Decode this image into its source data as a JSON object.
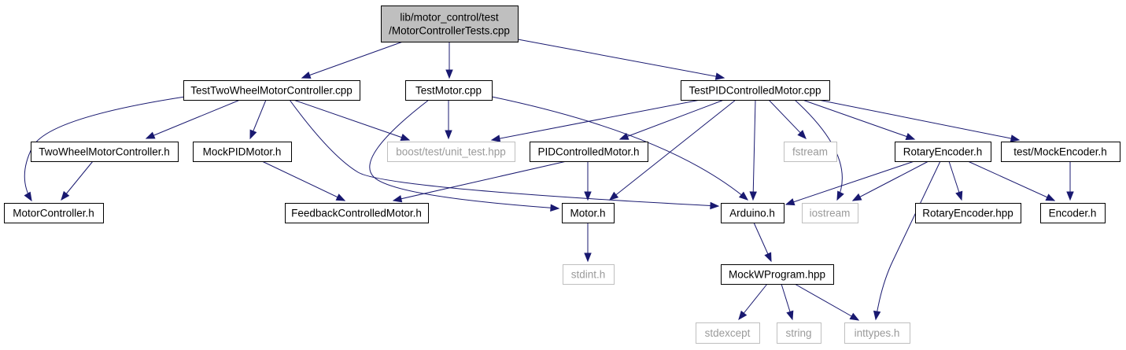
{
  "graph": {
    "colors": {
      "edge": "#191970",
      "root_fill": "#bfbfbf",
      "system_border": "#bfbfbf",
      "system_text": "#9a9a9a"
    },
    "nodes": [
      {
        "id": "root",
        "lines": [
          "lib/motor_control/test",
          "/MotorControllerTests.cpp"
        ],
        "kind": "root"
      },
      {
        "id": "ttwmc",
        "lines": [
          "TestTwoWheelMotorController.cpp"
        ],
        "kind": "file"
      },
      {
        "id": "tmotor",
        "lines": [
          "TestMotor.cpp"
        ],
        "kind": "file"
      },
      {
        "id": "tpid",
        "lines": [
          "TestPIDControlledMotor.cpp"
        ],
        "kind": "file"
      },
      {
        "id": "twmch",
        "lines": [
          "TwoWheelMotorController.h"
        ],
        "kind": "file"
      },
      {
        "id": "mockpid",
        "lines": [
          "MockPIDMotor.h"
        ],
        "kind": "file"
      },
      {
        "id": "unittest",
        "lines": [
          "boost/test/unit_test.hpp"
        ],
        "kind": "system"
      },
      {
        "id": "pidh",
        "lines": [
          "PIDControlledMotor.h"
        ],
        "kind": "file"
      },
      {
        "id": "fstream",
        "lines": [
          "fstream"
        ],
        "kind": "system"
      },
      {
        "id": "rench",
        "lines": [
          "RotaryEncoder.h"
        ],
        "kind": "file"
      },
      {
        "id": "mockenc",
        "lines": [
          "test/MockEncoder.h"
        ],
        "kind": "file"
      },
      {
        "id": "mch",
        "lines": [
          "MotorController.h"
        ],
        "kind": "file"
      },
      {
        "id": "fcm",
        "lines": [
          "FeedbackControlledMotor.h"
        ],
        "kind": "file"
      },
      {
        "id": "motorh",
        "lines": [
          "Motor.h"
        ],
        "kind": "file"
      },
      {
        "id": "arduino",
        "lines": [
          "Arduino.h"
        ],
        "kind": "file"
      },
      {
        "id": "iostream",
        "lines": [
          "iostream"
        ],
        "kind": "system"
      },
      {
        "id": "renchpp",
        "lines": [
          "RotaryEncoder.hpp"
        ],
        "kind": "file"
      },
      {
        "id": "encoder",
        "lines": [
          "Encoder.h"
        ],
        "kind": "file"
      },
      {
        "id": "stdint",
        "lines": [
          "stdint.h"
        ],
        "kind": "system"
      },
      {
        "id": "mockw",
        "lines": [
          "MockWProgram.hpp"
        ],
        "kind": "file"
      },
      {
        "id": "stdexcept",
        "lines": [
          "stdexcept"
        ],
        "kind": "system"
      },
      {
        "id": "string",
        "lines": [
          "string"
        ],
        "kind": "system"
      },
      {
        "id": "inttypes",
        "lines": [
          "inttypes.h"
        ],
        "kind": "system"
      }
    ],
    "edges": [
      {
        "from": "root",
        "to": "ttwmc"
      },
      {
        "from": "root",
        "to": "tmotor"
      },
      {
        "from": "root",
        "to": "tpid"
      },
      {
        "from": "ttwmc",
        "to": "mch"
      },
      {
        "from": "ttwmc",
        "to": "twmch"
      },
      {
        "from": "ttwmc",
        "to": "mockpid"
      },
      {
        "from": "ttwmc",
        "to": "unittest"
      },
      {
        "from": "ttwmc",
        "to": "arduino"
      },
      {
        "from": "tmotor",
        "to": "unittest"
      },
      {
        "from": "tmotor",
        "to": "motorh"
      },
      {
        "from": "tmotor",
        "to": "arduino"
      },
      {
        "from": "tpid",
        "to": "unittest"
      },
      {
        "from": "tpid",
        "to": "pidh"
      },
      {
        "from": "tpid",
        "to": "motorh"
      },
      {
        "from": "tpid",
        "to": "arduino"
      },
      {
        "from": "tpid",
        "to": "fstream"
      },
      {
        "from": "tpid",
        "to": "iostream"
      },
      {
        "from": "tpid",
        "to": "rench"
      },
      {
        "from": "tpid",
        "to": "mockenc"
      },
      {
        "from": "twmch",
        "to": "mch"
      },
      {
        "from": "mockpid",
        "to": "fcm"
      },
      {
        "from": "pidh",
        "to": "fcm"
      },
      {
        "from": "pidh",
        "to": "motorh"
      },
      {
        "from": "rench",
        "to": "arduino"
      },
      {
        "from": "rench",
        "to": "iostream"
      },
      {
        "from": "rench",
        "to": "renchpp"
      },
      {
        "from": "rench",
        "to": "encoder"
      },
      {
        "from": "rench",
        "to": "inttypes"
      },
      {
        "from": "mockenc",
        "to": "encoder"
      },
      {
        "from": "motorh",
        "to": "stdint"
      },
      {
        "from": "arduino",
        "to": "mockw"
      },
      {
        "from": "mockw",
        "to": "stdexcept"
      },
      {
        "from": "mockw",
        "to": "string"
      },
      {
        "from": "mockw",
        "to": "inttypes"
      }
    ]
  }
}
